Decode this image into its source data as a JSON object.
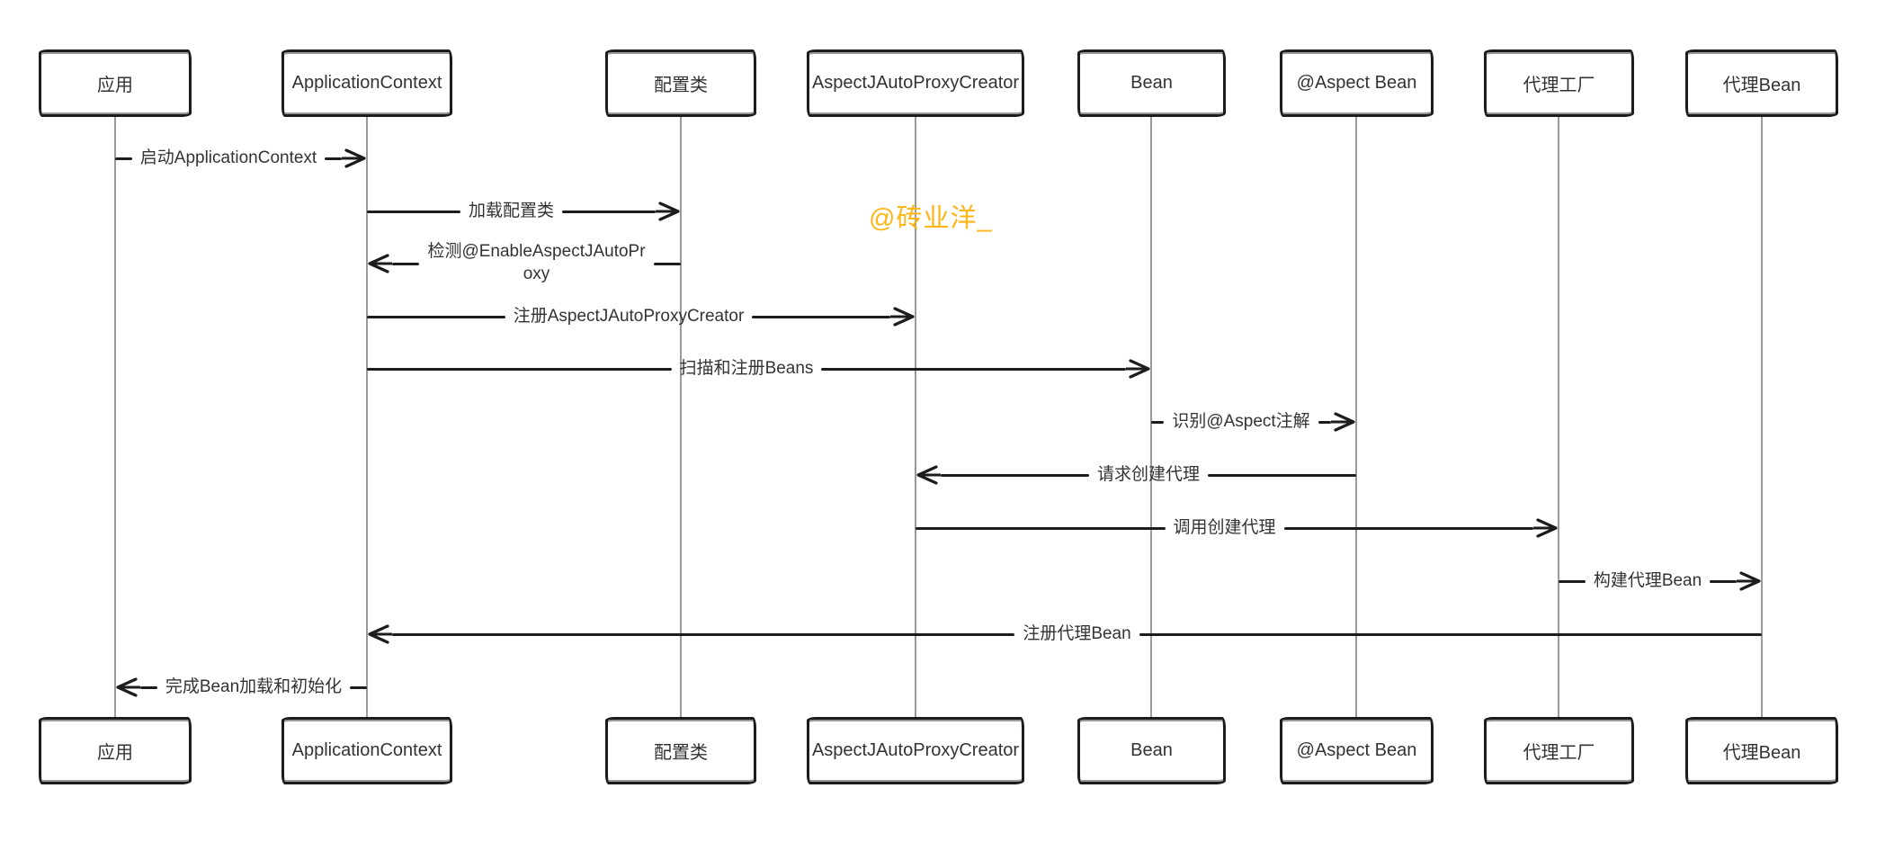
{
  "diagram": {
    "type": "sequence-diagram",
    "participants": [
      {
        "name": "应用"
      },
      {
        "name": "ApplicationContext"
      },
      {
        "name": "配置类"
      },
      {
        "name": "AspectJAutoProxyCreator"
      },
      {
        "name": "Bean"
      },
      {
        "name": "@Aspect Bean"
      },
      {
        "name": "代理工厂"
      },
      {
        "name": "代理Bean"
      }
    ],
    "messages": [
      {
        "from": "应用",
        "to": "ApplicationContext",
        "direction": "right",
        "label": "启动ApplicationContext"
      },
      {
        "from": "ApplicationContext",
        "to": "配置类",
        "direction": "right",
        "label": "加载配置类"
      },
      {
        "from": "配置类",
        "to": "ApplicationContext",
        "direction": "left",
        "label": "检测@EnableAspectJAutoPr\noxy"
      },
      {
        "from": "ApplicationContext",
        "to": "AspectJAutoProxyCreator",
        "direction": "right",
        "label": "注册AspectJAutoProxyCreator"
      },
      {
        "from": "ApplicationContext",
        "to": "Bean",
        "direction": "right",
        "label": "扫描和注册Beans"
      },
      {
        "from": "Bean",
        "to": "@Aspect Bean",
        "direction": "right",
        "label": "识别@Aspect注解"
      },
      {
        "from": "@Aspect Bean",
        "to": "AspectJAutoProxyCreator",
        "direction": "left",
        "label": "请求创建代理"
      },
      {
        "from": "AspectJAutoProxyCreator",
        "to": "代理工厂",
        "direction": "right",
        "label": "调用创建代理"
      },
      {
        "from": "代理工厂",
        "to": "代理Bean",
        "direction": "right",
        "label": "构建代理Bean"
      },
      {
        "from": "代理Bean",
        "to": "ApplicationContext",
        "direction": "left",
        "label": "注册代理Bean"
      },
      {
        "from": "ApplicationContext",
        "to": "应用",
        "direction": "left",
        "label": "完成Bean加载和初始化"
      }
    ],
    "watermark": {
      "text": "@砖业洋_",
      "color": "#FFB515"
    },
    "colors": {
      "stroke": "#1c1c1c",
      "lifeline": "#9a9a9a",
      "text": "#333333",
      "background": "#ffffff"
    }
  }
}
